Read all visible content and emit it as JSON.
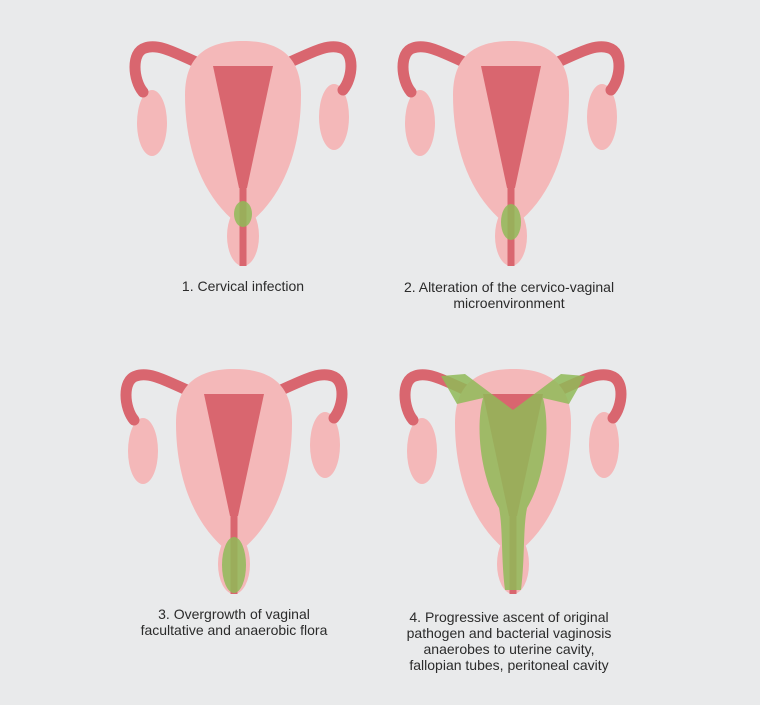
{
  "colors": {
    "background": "#e9eaeb",
    "uterus_outer": "#f4b8b9",
    "uterus_inner": "#d9666f",
    "infection": "#8fba58"
  },
  "panels": [
    {
      "step": 1,
      "caption": "1. Cervical infection",
      "infection_extent": "cervix"
    },
    {
      "step": 2,
      "caption": "2. Alteration of the cervico-vaginal\nmicroenvironment",
      "infection_extent": "cervix-vagina"
    },
    {
      "step": 3,
      "caption": "3. Overgrowth of vaginal\nfacultative and anaerobic flora",
      "infection_extent": "vagina"
    },
    {
      "step": 4,
      "caption": "4. Progressive ascent of original\npathogen and bacterial vaginosis\nanaerobes to uterine cavity,\nfallopian tubes, peritoneal cavity",
      "infection_extent": "uterus-tubes-peritoneum"
    }
  ]
}
